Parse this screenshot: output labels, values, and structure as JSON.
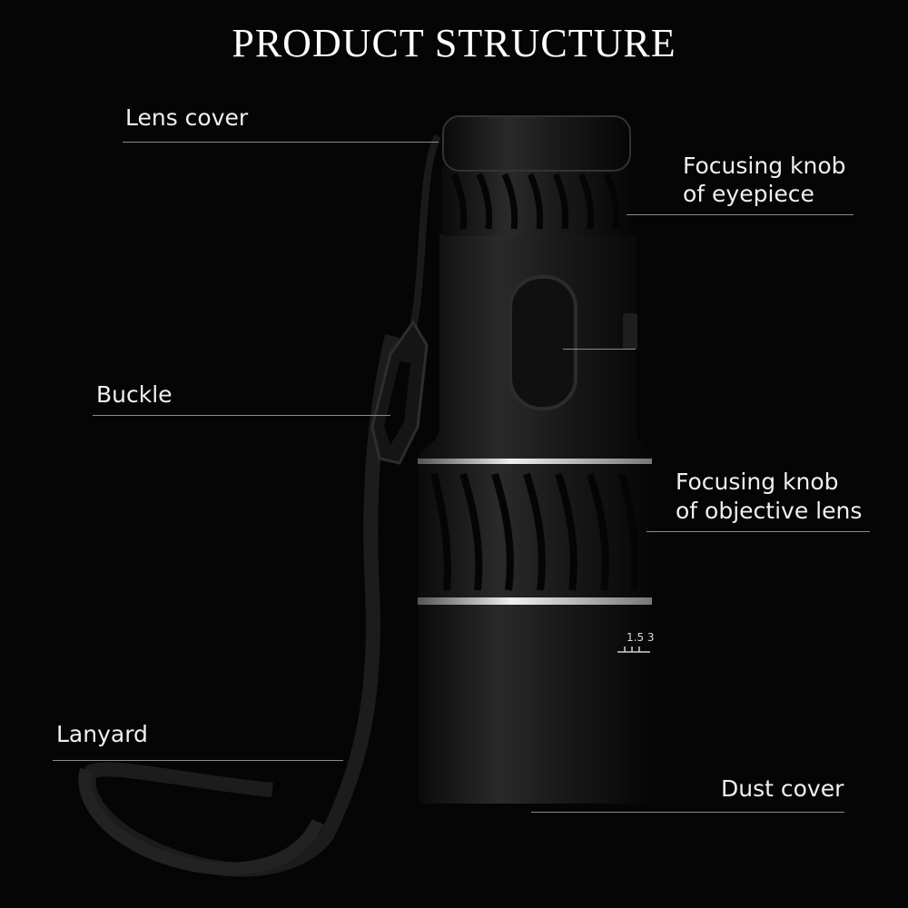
{
  "title": "PRODUCT STRUCTURE",
  "parts": {
    "lens_cover": "Lens cover",
    "eyepiece_knob_line1": "Focusing knob",
    "eyepiece_knob_line2": "of eyepiece",
    "buckle": "Buckle",
    "objective_knob_line1": "Focusing knob",
    "objective_knob_line2": "of objective lens",
    "lanyard": "Lanyard",
    "dust_cover": "Dust cover"
  },
  "scale_marking": "1.5 3",
  "colors": {
    "background": "#050505",
    "body": "#141414",
    "accent_ring": "#d9d9d9",
    "leader_line": "#8a8a8a"
  }
}
